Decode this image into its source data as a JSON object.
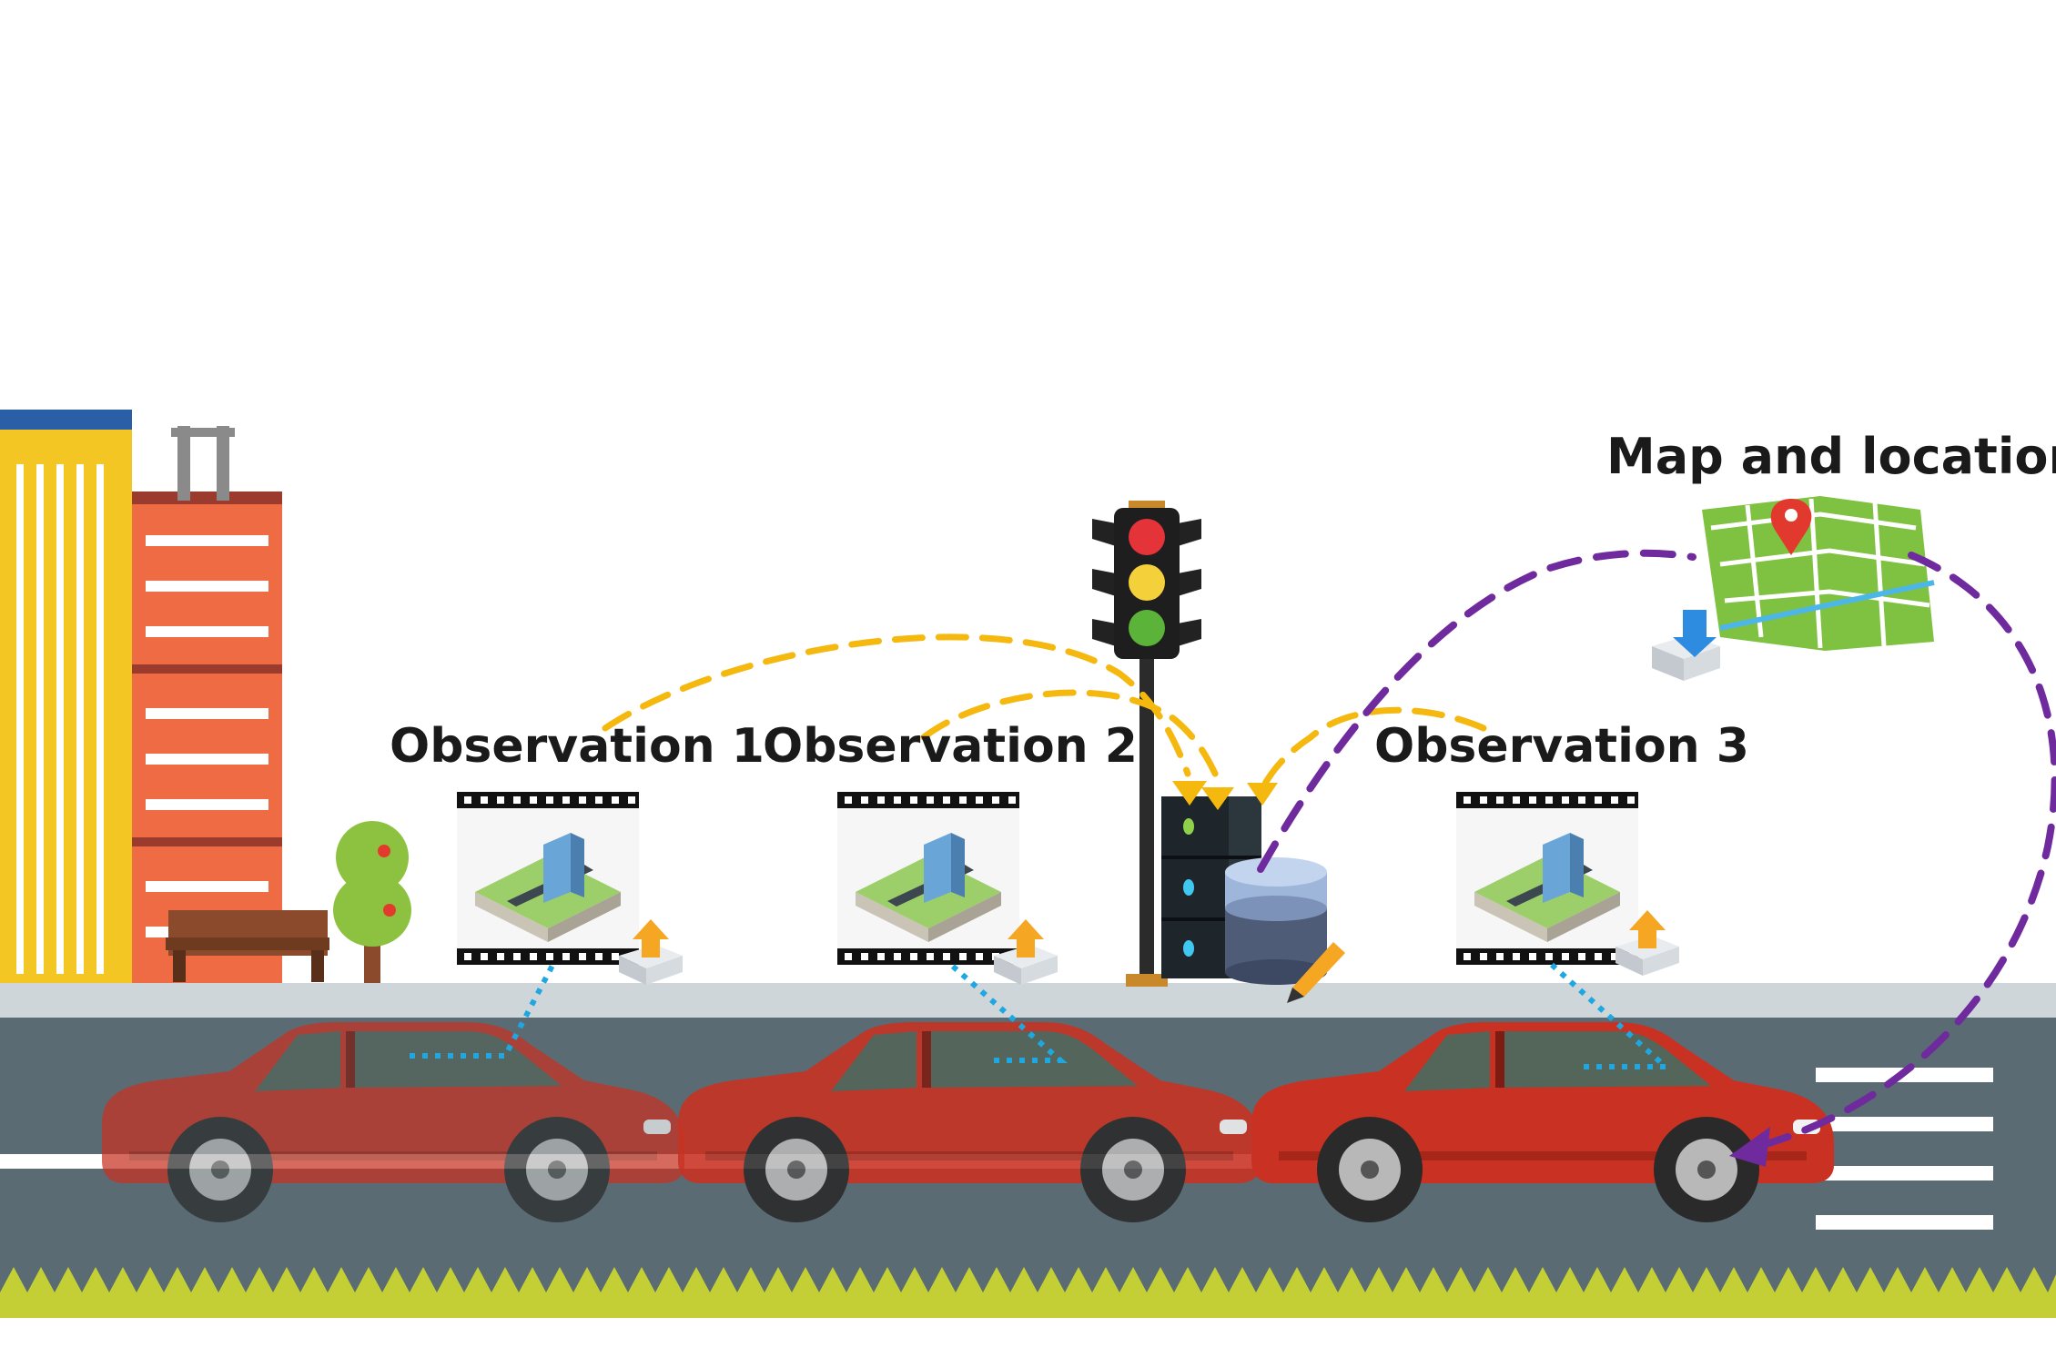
{
  "labels": {
    "observation_1": "Observation 1",
    "observation_2": "Observation 2",
    "observation_3": "Observation 3",
    "map_and_location": "Map and location"
  },
  "colors": {
    "road": "#5a6b73",
    "sidewalk": "#cfd6da",
    "grass": "#c4cf36",
    "car": "#c93222",
    "observation_arrow": "#f5b80f",
    "map_arrow": "#6f2a9e",
    "link_line": "#1ea7e1",
    "building_yellow": "#f4c623",
    "building_orange": "#ef6b44"
  },
  "icons": [
    "building-icon",
    "tree-icon",
    "bench-icon",
    "traffic-light-icon",
    "server-icon",
    "database-icon",
    "map-icon",
    "map-pin-icon",
    "upload-icon",
    "download-icon",
    "car-icon"
  ]
}
